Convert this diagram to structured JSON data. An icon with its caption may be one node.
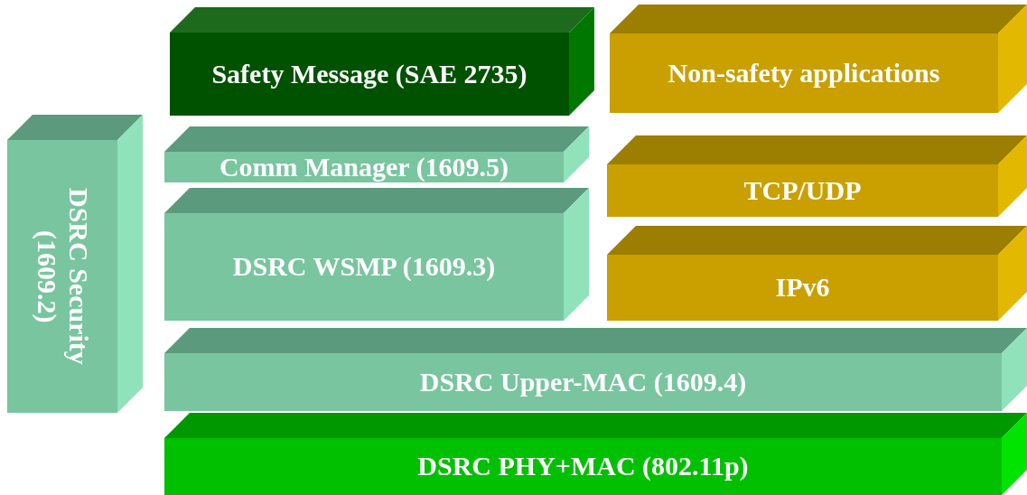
{
  "diagram": {
    "nodes": [
      {
        "text": [
          "Safety Message (SAE 2735)"
        ]
      },
      {
        "text": [
          "Non-safety applications"
        ]
      },
      {
        "text": [
          "DSRC Security (1609.2)"
        ]
      },
      {
        "text": [
          "Comm Manager (1609.5)"
        ]
      },
      {
        "text": [
          "TCP/UDP"
        ]
      },
      {
        "text": [
          "DSRC WSMP (1609.3)"
        ]
      },
      {
        "text": [
          "IPv6"
        ]
      },
      {
        "text": [
          "DSRC Upper-MAC (1609.4)"
        ]
      },
      {
        "text": [
          "DSRC PHY+MAC (802.11p)"
        ]
      }
    ]
  }
}
